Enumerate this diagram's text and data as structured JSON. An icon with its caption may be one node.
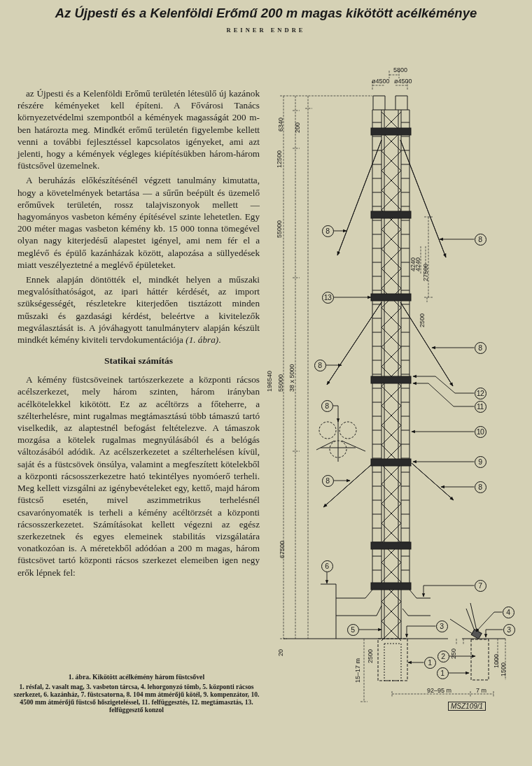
{
  "diagram": {
    "title": "Az Újpesti és a Kelenföldi Erőmű 200 m magas kikötött acélkéménye",
    "caption": "1. ábra. Kikötött acélkémény három füstcsővel",
    "nodes": [
      {
        "text": [
          "8"
        ]
      },
      {
        "text": [
          "8"
        ]
      },
      {
        "text": [
          "13"
        ]
      },
      {
        "text": [
          "8"
        ]
      },
      {
        "text": [
          "8"
        ]
      },
      {
        "text": [
          "12"
        ]
      },
      {
        "text": [
          "11"
        ]
      },
      {
        "text": [
          "8"
        ]
      },
      {
        "text": [
          "10"
        ]
      },
      {
        "text": [
          "9"
        ]
      },
      {
        "text": [
          "8"
        ]
      },
      {
        "text": [
          "8"
        ]
      },
      {
        "text": [
          "6"
        ]
      },
      {
        "text": [
          "7"
        ]
      },
      {
        "text": [
          "4"
        ]
      },
      {
        "text": [
          "5"
        ]
      },
      {
        "text": [
          "3"
        ]
      },
      {
        "text": [
          "3"
        ]
      },
      {
        "text": [
          "2"
        ]
      },
      {
        "text": [
          "1"
        ]
      },
      {
        "text": [
          "1"
        ]
      }
    ],
    "edges": [
      {
        "from": 0,
        "to": null,
        "arrow": "to"
      },
      {
        "from": 1,
        "to": null,
        "arrow": "to"
      },
      {
        "from": 2,
        "to": null,
        "arrow": "to"
      },
      {
        "from": 3,
        "to": null,
        "arrow": "to"
      },
      {
        "from": 4,
        "to": null,
        "arrow": "to"
      },
      {
        "from": 5,
        "to": null,
        "arrow": "to"
      },
      {
        "from": 6,
        "to": null,
        "arrow": "to"
      },
      {
        "from": 7,
        "to": null,
        "arrow": "to"
      },
      {
        "from": 8,
        "to": null,
        "arrow": "to"
      },
      {
        "from": 9,
        "to": null,
        "arrow": "to"
      },
      {
        "from": 10,
        "to": null,
        "arrow": "to"
      },
      {
        "from": 11,
        "to": null,
        "arrow": "to"
      },
      {
        "from": 12,
        "to": null,
        "arrow": "to"
      },
      {
        "from": 13,
        "to": null,
        "arrow": "to"
      },
      {
        "from": 14,
        "to": null,
        "arrow": "to"
      },
      {
        "from": 15,
        "to": null,
        "arrow": "to"
      },
      {
        "from": 16,
        "to": null,
        "arrow": "to"
      },
      {
        "from": 17,
        "to": null,
        "arrow": "to"
      },
      {
        "from": 18,
        "to": null,
        "arrow": "to"
      },
      {
        "from": 19,
        "to": null,
        "arrow": "to"
      },
      {
        "from": 20,
        "to": null,
        "arrow": "to"
      }
    ],
    "labels": [
      "REINER ENDRE",
      "az Újpesti és a Kelenföldi Erőmű területén létesülő új kazánok részére kéményeket kell építeni. A Fővárosi Tanács környezetvédelmi szempontból a kémények magasságát 200 m-ben határozta meg. Mindkét erőmű területén figyelembe kellett venni a további fejlesztéssel kapcsolatos igényeket, ami azt jelenti, hogy a kémények végleges kiépítésükben három-három füstcsővel üzemelnek.",
      "A beruházás előkészítésénél végzett tanulmány kimutatta, hogy a követelmények betartása — a sűrűn beépült és üzemelő erőművek területén, rossz talajviszonyok mellett — hagyományos vasbeton kémény építésével szinte lehetetlen. Egy 200 méter magas vasbeton kémény kb. 15 000 tonna tömegével olyan nagy kiterjedésű alapestet igényel, ami nem fér el a meglévő és épülő kazánházak között, alapozása a süllyedések miatt veszélyeztetné a meglévő épületeket.",
      "Ennek alapján döntötték el, mindkét helyen a műszaki megvalósíthatóságot, az ipari háttér kérdését, az import szükségességét, részletekre kiterjedően tisztázott minden műszaki és gazdasági kérdést, beleértve a kivitelezők megválasztását is. A jóváhagyott tanulmányterv alapján készült mindkét kémény kiviteli tervdokumentációja *(1. ábra)*.",
      "Statikai számítás",
      "A kémény füstcsöveinek tartószerkezete a központi rácsos acélszerkezet, mely három szinten, három irányban acélkötelekkel kikötött. Ez az acéltörzs a főteherre, a szélterhelésre, mint rugalmas megtámasztású több támaszú tartó viselkedik, az alaptestnél befogást feltételezve. A támaszok mozgása a kötelek rugalmas megnyúlásából és a belógás változásából adódik. Az acélszerkezetet a szélterhelésen kívül, saját és a füstcsövek önsúlya, valamint a megfeszített kötelekből a központi rácsosszerkezetre ható tekintélyes nyomóerő terheli. Meg kellett vizsgálni az igénybevételeket egy, kettő, majd három füstcső esetén, mivel aszimmetrikus terhelésnél csavarónyomaték is terheli a kémény acéltörzsét a központi rácsosszerkezetet. Számításokat kellett végezni az egész szerkezetnek és egyes elemeinek stabilitás vizsgálatára vonatkozóan is. A méretekből adódóan a 200 m magas, három füstcsövet tartó központi rácsos szerkezet elemeiben igen negy erők lépnek fel:",
      "5800",
      "ø4500",
      "ø4500",
      "6340",
      "200",
      "12500",
      "55000",
      "4240",
      "4240",
      "27500",
      "2500",
      "196540",
      "55000",
      "38 x 5000",
      "67500",
      "20",
      "2500",
      "15–17 m",
      "250",
      "1000",
      "1500",
      "92–95 m",
      "7 m",
      "1. résfal, 2. vasalt mag, 3. vasbeton tárcsa, 4. lehorgonyzó tömb, 5. központi rácsos szerkezet, 6. kazánház, 7. füstcsatorna, 8. 104 mm átmérőjű kötél, 9. kompenzátor, 10. 4500 mm átmérőjű füstcső hőszigeteléssel, 11. felfüggesztés, 12. megtámasztás, 13. felfüggesztő konzol",
      "MSZ109/1"
    ]
  }
}
